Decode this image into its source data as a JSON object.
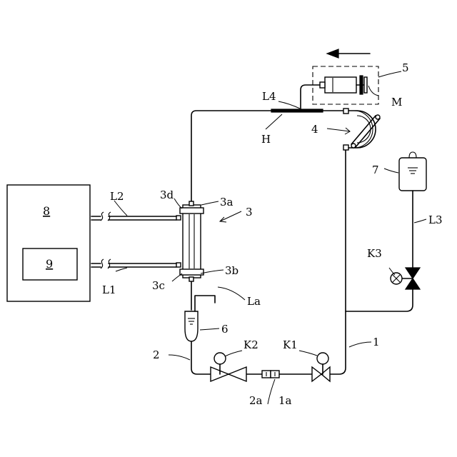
{
  "labels": {
    "n1": "1",
    "n1a": "1a",
    "n2": "2",
    "n2a": "2a",
    "n3": "3",
    "n3a": "3a",
    "n3b": "3b",
    "n3c": "3c",
    "n3d": "3d",
    "n4": "4",
    "n5": "5",
    "n6": "6",
    "n7": "7",
    "n8": "8",
    "n9": "9",
    "H": "H",
    "M": "M",
    "K1": "K1",
    "K2": "K2",
    "K3": "K3",
    "L1": "L1",
    "L2": "L2",
    "L3": "L3",
    "L4": "L4",
    "La": "La"
  }
}
